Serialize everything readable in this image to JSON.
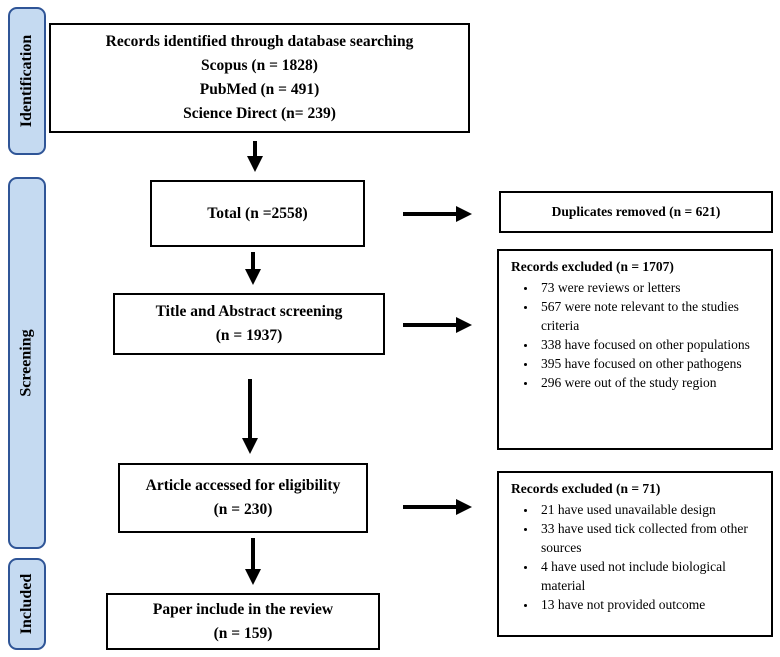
{
  "phases": {
    "identification": "Identification",
    "screening": "Screening",
    "included": "Included"
  },
  "identification_box": {
    "line1": "Records identified through database searching",
    "line2": "Scopus (n = 1828)",
    "line3": "PubMed (n = 491)",
    "line4": "Science Direct (n= 239)"
  },
  "total_box": {
    "text": "Total (n =2558)"
  },
  "duplicates_box": {
    "text": "Duplicates removed (n = 621)"
  },
  "title_abstract_box": {
    "line1": "Title and Abstract screening",
    "line2": "(n = 1937)"
  },
  "exclusion1": {
    "header": "Records excluded (n = 1707)",
    "items": [
      "73 were reviews or letters",
      "567 were note relevant to the studies criteria",
      "338 have focused on other populations",
      "395 have focused on other pathogens",
      "296 were out of the study region"
    ]
  },
  "eligibility_box": {
    "line1": "Article accessed for eligibility",
    "line2": "(n = 230)"
  },
  "exclusion2": {
    "header": "Records excluded (n = 71)",
    "items": [
      "21 have used unavailable design",
      "33 have used tick collected from other sources",
      "4 have used not include biological material",
      "13 have not provided outcome"
    ]
  },
  "included_box": {
    "line1": "Paper include in the review",
    "line2": "(n = 159)"
  }
}
